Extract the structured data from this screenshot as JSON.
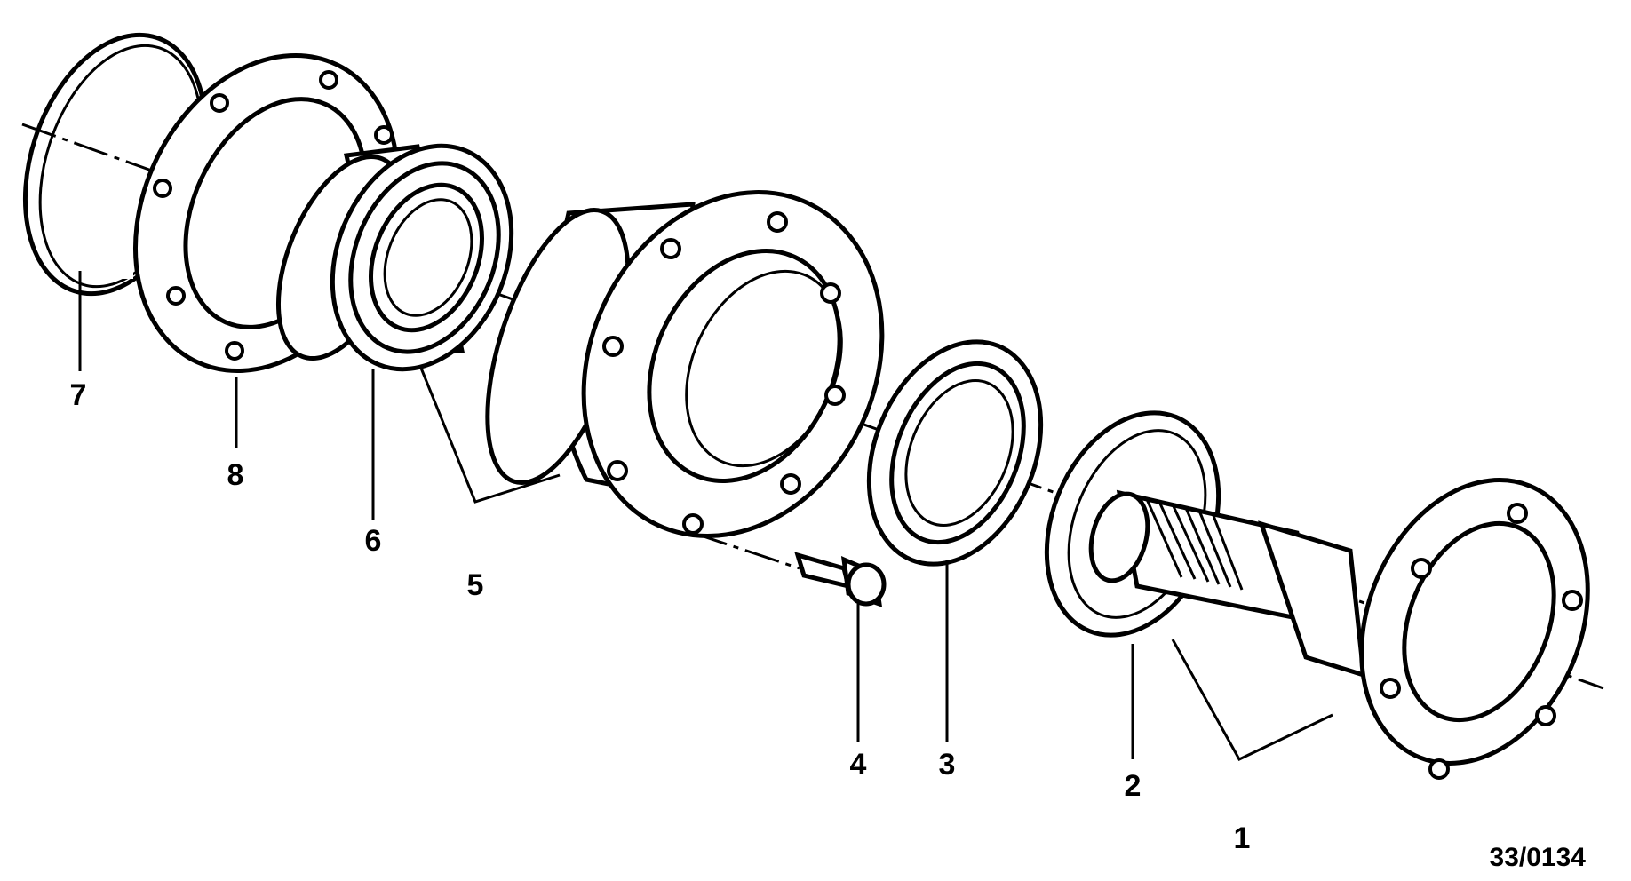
{
  "diagram": {
    "reference_code": "33/0134",
    "callouts": [
      {
        "id": "1",
        "label": "1"
      },
      {
        "id": "2",
        "label": "2"
      },
      {
        "id": "3",
        "label": "3"
      },
      {
        "id": "4",
        "label": "4"
      },
      {
        "id": "5",
        "label": "5"
      },
      {
        "id": "6",
        "label": "6"
      },
      {
        "id": "7",
        "label": "7"
      },
      {
        "id": "8",
        "label": "8"
      }
    ],
    "colors": {
      "ink": "#000000",
      "paper": "#ffffff"
    }
  }
}
